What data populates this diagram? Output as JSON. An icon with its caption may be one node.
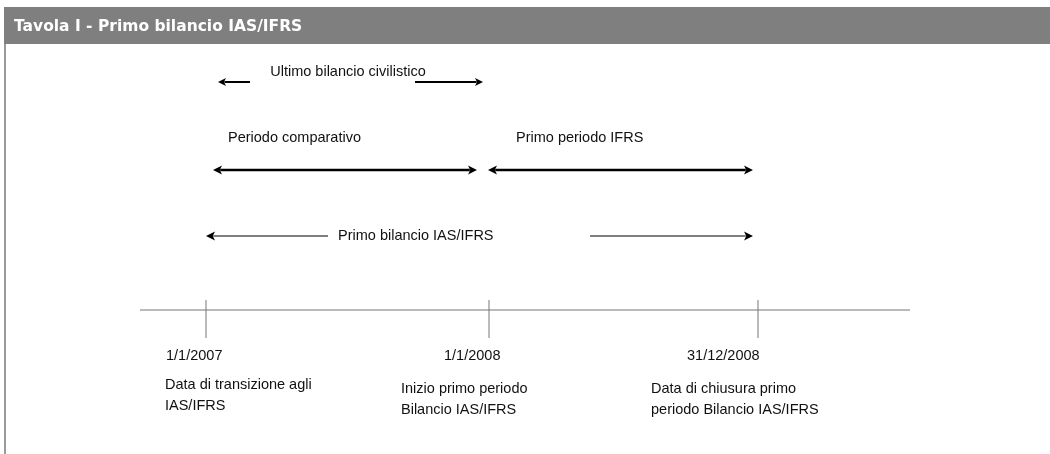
{
  "diagram": {
    "title": "Tavola I - Primo bilancio IAS/IFRS",
    "labels": [
      "Ultimo bilancio civilistico",
      "Periodo comparativo",
      "Primo periodo IFRS",
      "Primo bilancio IAS/IFRS",
      "1/1/2007",
      "1/1/2008",
      "31/12/2008",
      "Data di transizione agli IAS/IFRS",
      "Inizio primo periodo Bilancio IAS/IFRS",
      "Data di chiusura primo periodo Bilancio IAS/IFRS"
    ]
  }
}
